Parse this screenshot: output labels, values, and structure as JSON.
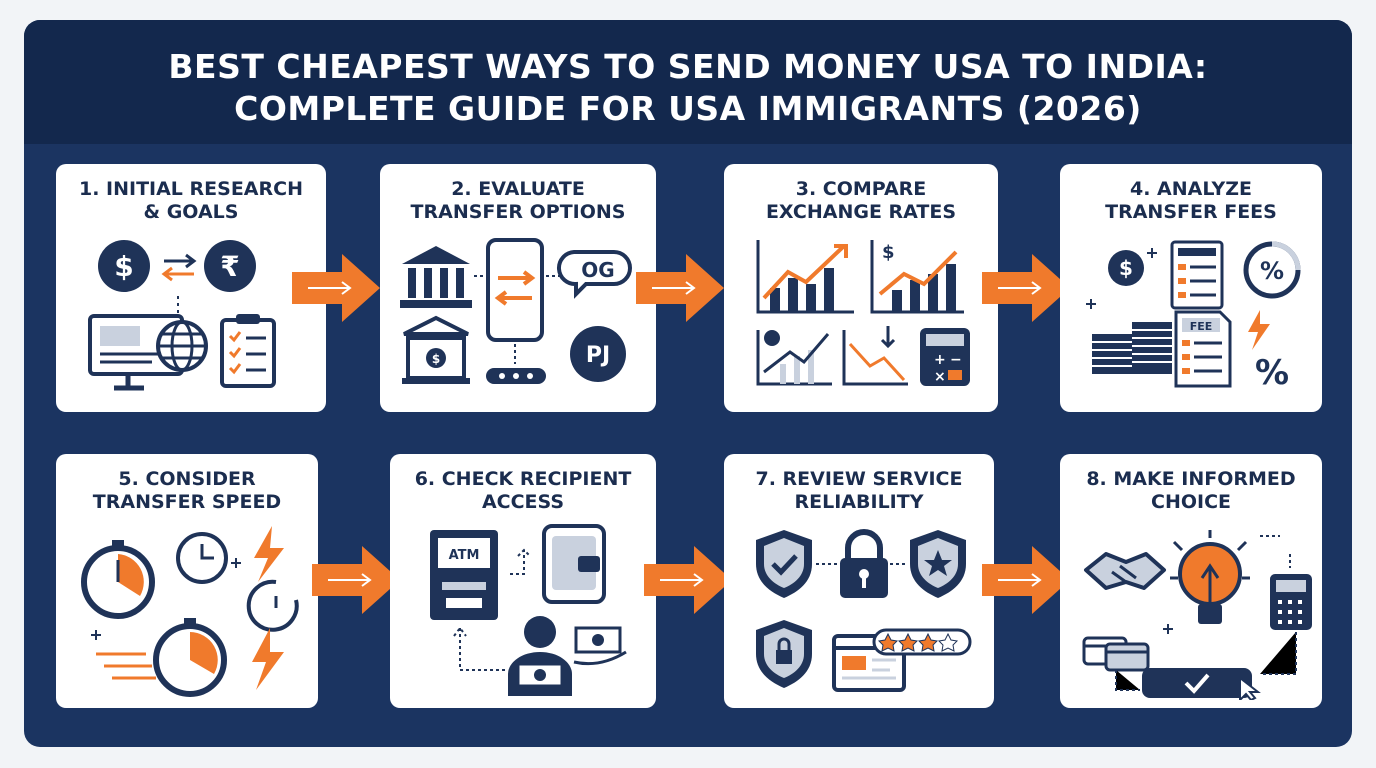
{
  "header": {
    "title_line1": "BEST CHEAPEST WAYS TO SEND MONEY USA TO INDIA:",
    "title_line2": "COMPLETE GUIDE FOR USA IMMIGRANTS (2026)"
  },
  "steps": [
    {
      "line1": "1. INITIAL RESEARCH",
      "line2": "& GOALS",
      "currency_a": "$",
      "currency_b": "₹"
    },
    {
      "line1": "2. EVALUATE",
      "line2": "TRANSFER OPTIONS",
      "logo_a": "OG",
      "logo_b": "PJ"
    },
    {
      "line1": "3. COMPARE",
      "line2": "EXCHANGE RATES",
      "symbol": "$"
    },
    {
      "line1": "4. ANALYZE",
      "line2": "TRANSFER FEES",
      "fee_label": "FEE",
      "percent": "%"
    },
    {
      "line1": "5. CONSIDER",
      "line2": "TRANSFER SPEED"
    },
    {
      "line1": "6. CHECK RECIPIENT",
      "line2": "ACCESS",
      "atm_label": "ATM"
    },
    {
      "line1": "7. REVIEW SERVICE",
      "line2": "RELIABILITY"
    },
    {
      "line1": "8. MAKE INFORMED",
      "line2": "CHOICE"
    }
  ],
  "colors": {
    "background": "#1b3461",
    "header": "#13284d",
    "card": "#ffffff",
    "navy": "#1f3358",
    "accent_orange": "#f07a2c"
  },
  "icons": {
    "arrows": "right-arrow-icon",
    "step1": [
      "dollar-coin-icon",
      "rupee-coin-icon",
      "exchange-icon",
      "computer-monitor-icon",
      "globe-icon",
      "checklist-icon"
    ],
    "step2": [
      "bank-icon",
      "mobile-phone-icon",
      "bank-dollar-icon",
      "logo-bubble-icon"
    ],
    "step3": [
      "rising-chart-icon",
      "falling-chart-icon",
      "calculator-icon"
    ],
    "step4": [
      "coin-stack-icon",
      "percent-icon",
      "fee-document-icon",
      "lightning-icon"
    ],
    "step5": [
      "stopwatch-icon",
      "clock-icon",
      "lightning-icon"
    ],
    "step6": [
      "atm-icon",
      "wallet-phone-icon",
      "person-cash-icon"
    ],
    "step7": [
      "shield-check-icon",
      "padlock-icon",
      "shield-star-icon",
      "rating-stars-icon"
    ],
    "step8": [
      "handshake-icon",
      "lightbulb-icon",
      "calculator-icon",
      "card-icon",
      "confirm-button-icon",
      "cursor-icon"
    ]
  }
}
